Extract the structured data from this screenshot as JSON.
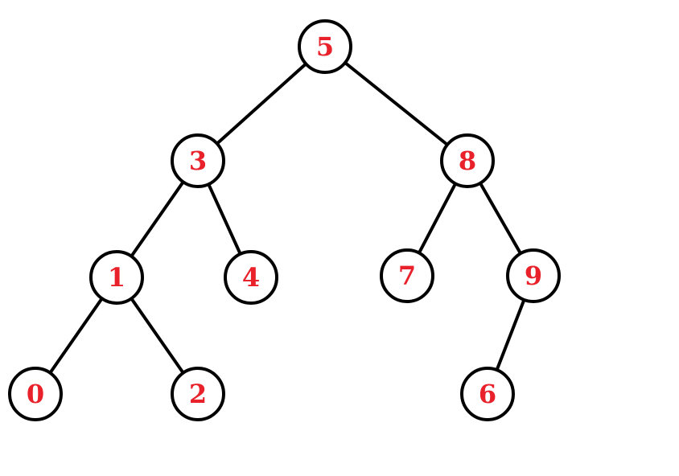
{
  "diagram": {
    "type": "binary-tree",
    "colors": {
      "edge": "#000000",
      "node_border": "#000000",
      "node_fill": "#ffffff",
      "label": "#e8212b"
    },
    "nodes": [
      {
        "id": "n5",
        "label": "5"
      },
      {
        "id": "n3",
        "label": "3"
      },
      {
        "id": "n8",
        "label": "8"
      },
      {
        "id": "n1",
        "label": "1"
      },
      {
        "id": "n4",
        "label": "4"
      },
      {
        "id": "n7",
        "label": "7"
      },
      {
        "id": "n9",
        "label": "9"
      },
      {
        "id": "n0",
        "label": "0"
      },
      {
        "id": "n2",
        "label": "2"
      },
      {
        "id": "n6",
        "label": "6"
      }
    ],
    "edges": [
      {
        "from": "n5",
        "to": "n3"
      },
      {
        "from": "n5",
        "to": "n8"
      },
      {
        "from": "n3",
        "to": "n1"
      },
      {
        "from": "n3",
        "to": "n4"
      },
      {
        "from": "n8",
        "to": "n7"
      },
      {
        "from": "n8",
        "to": "n9"
      },
      {
        "from": "n1",
        "to": "n0"
      },
      {
        "from": "n1",
        "to": "n2"
      },
      {
        "from": "n9",
        "to": "n6"
      }
    ]
  }
}
